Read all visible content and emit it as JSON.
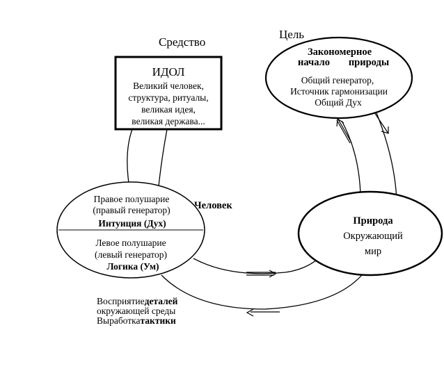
{
  "labels": {
    "sredstvo": "Средство",
    "tsel": "Цель",
    "chelovek": "Человек"
  },
  "idol": {
    "title": "ИДОЛ",
    "lines": [
      "Великий человек,",
      "структура, ритуалы,",
      "великая идея,",
      "великая держава..."
    ]
  },
  "goal": {
    "title_1": "Закономерное",
    "title_2a": "начало",
    "title_2b": "природы",
    "lines": [
      "Общий генератор,",
      "Источник гармонизации",
      "Общий Дух"
    ]
  },
  "human": {
    "right_1": "Правое полушарие",
    "right_2": "(правый генератор)",
    "right_3": "Интуиция (Дух)",
    "left_1": "Левое полушарие",
    "left_2": "(левый генератор)",
    "left_3": "Логика (Ум)"
  },
  "nature": {
    "title": "Природа",
    "line_1": "Окружающий",
    "line_2": "мир"
  },
  "bottom": {
    "l1a": "Восприятие",
    "l1b": "деталей",
    "l2": "окружающей среды",
    "l3a": "Выработка",
    "l3b": "тактики"
  }
}
